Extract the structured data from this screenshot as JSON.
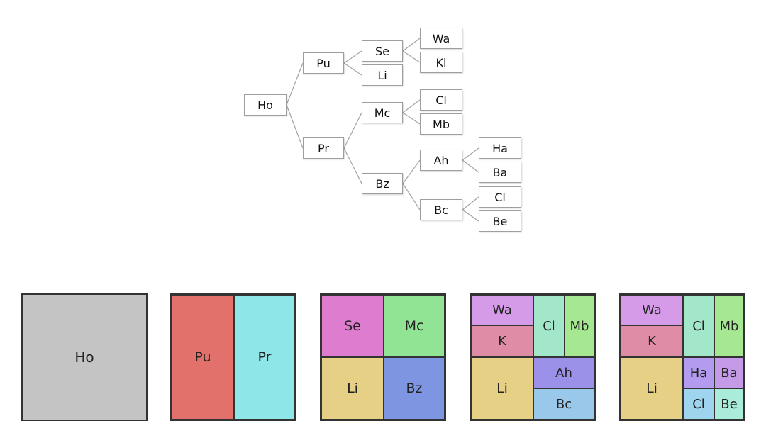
{
  "tree": {
    "nodes": {
      "ho": "Ho",
      "pu": "Pu",
      "pr": "Pr",
      "se": "Se",
      "li": "Li",
      "mc": "Mc",
      "bz": "Bz",
      "wa": "Wa",
      "ki": "Ki",
      "cl1": "Cl",
      "mb": "Mb",
      "ah": "Ah",
      "bc": "Bc",
      "ha": "Ha",
      "ba": "Ba",
      "cl2": "Cl",
      "be": "Be"
    }
  },
  "treemaps": [
    {
      "cells": {
        "ho": "Ho"
      }
    },
    {
      "cells": {
        "pu": "Pu",
        "pr": "Pr"
      }
    },
    {
      "cells": {
        "se": "Se",
        "mc": "Mc",
        "li": "Li",
        "bz": "Bz"
      }
    },
    {
      "cells": {
        "wa": "Wa",
        "k": "K",
        "cl": "Cl",
        "mb": "Mb",
        "li": "Li",
        "ah": "Ah",
        "bc": "Bc"
      }
    },
    {
      "cells": {
        "wa": "Wa",
        "k": "K",
        "cl": "Cl",
        "mb": "Mb",
        "li": "Li",
        "ha": "Ha",
        "ba": "Ba",
        "cl2": "Cl",
        "be": "Be"
      }
    }
  ],
  "colors": {
    "ho": "#c4c4c4",
    "pu": "#e2706b",
    "pr": "#8fe6e8",
    "se": "#de7dcf",
    "mc": "#90e494",
    "li": "#e6d085",
    "bz": "#7e96e2",
    "wa": "#d69be8",
    "k": "#df8ca6",
    "cl": "#a3e7cb",
    "mb": "#a6e891",
    "ah": "#9c91e8",
    "bc": "#9ac8ea",
    "ha": "#b39cf0",
    "ba": "#c59be8",
    "cl2": "#9fd4ef",
    "be": "#a9ecd9"
  }
}
